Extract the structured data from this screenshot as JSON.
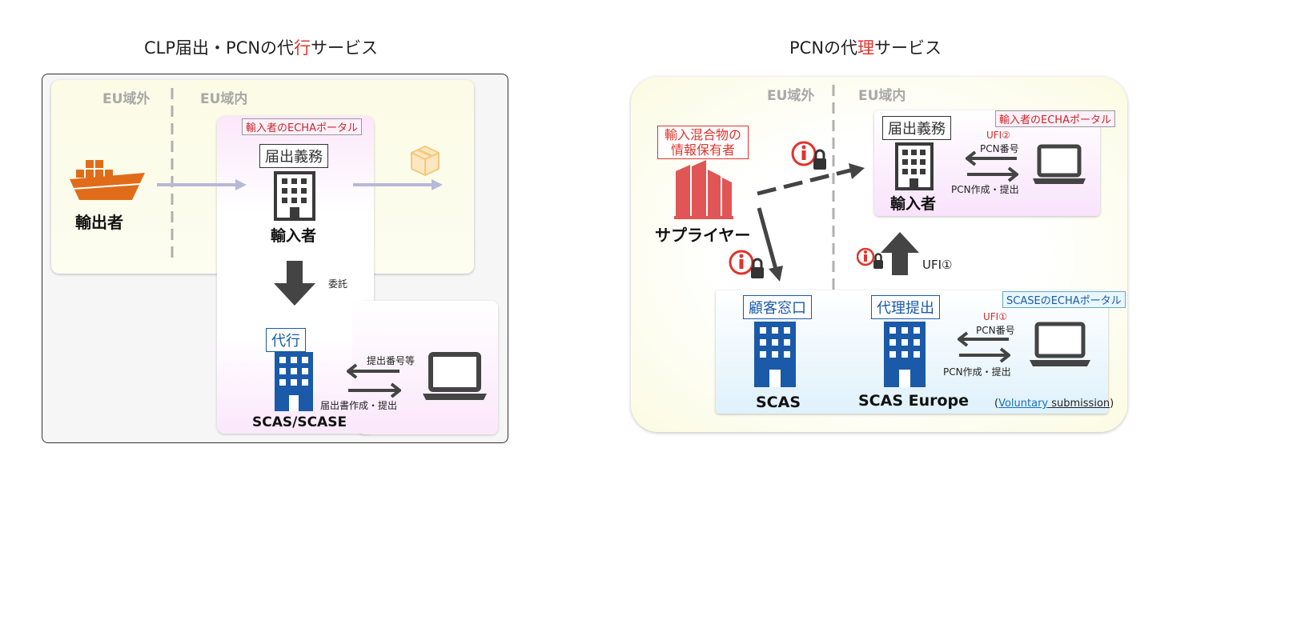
{
  "left": {
    "title_pre": "CLP届出・PCNの代",
    "title_hl": "行",
    "title_post": "サービス",
    "zone_outside": "EU域外",
    "zone_inside": "EU域内",
    "exporter": "輸出者",
    "portal": "輸入者のECHAポータル",
    "duty": "届出義務",
    "importer": "輸入者",
    "delegate": "委託",
    "agency": "代行",
    "submit_numbers": "提出番号等",
    "create_submit": "届出書作成・提出",
    "company": "SCAS/SCASE"
  },
  "right": {
    "title_pre": "PCNの代",
    "title_hl": "理",
    "title_post": "サービス",
    "zone_outside": "EU域外",
    "zone_inside": "EU域内",
    "info_holder": "輸入混合物の\n情報保有者",
    "supplier": "サプライヤー",
    "portal_importer": "輸入者のECHAポータル",
    "duty": "届出義務",
    "ufi2": "UFI②",
    "pcn_number": "PCN番号",
    "pcn_create": "PCN作成・提出",
    "importer": "輸入者",
    "ufi1_label": "UFI①",
    "customer_window": "顧客窓口",
    "agent_submit": "代理提出",
    "portal_scase": "SCASEのECHAポータル",
    "ufi1": "UFI①",
    "pcn_number2": "PCN番号",
    "pcn_create2": "PCN作成・提出",
    "company1": "SCAS",
    "company2": "SCAS Europe",
    "paren_open": "(",
    "voluntary": "Voluntary",
    "submission": " submission",
    "paren_close": ")"
  },
  "colors": {
    "accent_red": "#e0342c",
    "blue": "#1a5aa8",
    "orange": "#e06c1a",
    "gray_arrow": "#b8b8d8"
  }
}
